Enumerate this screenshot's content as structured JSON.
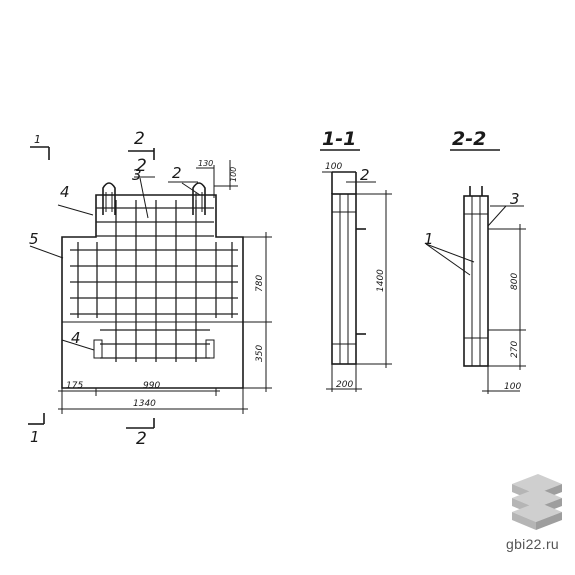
{
  "labels": {
    "section_11_title": "1-1",
    "section_22_title": "2-2",
    "cut_1_top": "1",
    "cut_2_top": "2",
    "cut_1_bottom": "1",
    "cut_2_bottom": "2",
    "callout_2_top": "2",
    "callout_3": "3",
    "callout_2_right": "2",
    "callout_4_top": "4",
    "callout_5": "5",
    "callout_4_bottom": "4",
    "callout_2_sec11": "2",
    "callout_3_sec22": "3",
    "callout_1_sec22": "1"
  },
  "dimensions": {
    "d130": "130",
    "d100_top": "100",
    "d780": "780",
    "d350": "350",
    "d175": "175",
    "d990": "990",
    "d1340": "1340",
    "d100_sec11": "100",
    "d1400": "1400",
    "d200": "200",
    "d800": "800",
    "d270": "270",
    "d100_sec22": "100"
  },
  "brand": {
    "site": "gbi22.ru",
    "logo": "stacked-slabs-icon"
  }
}
